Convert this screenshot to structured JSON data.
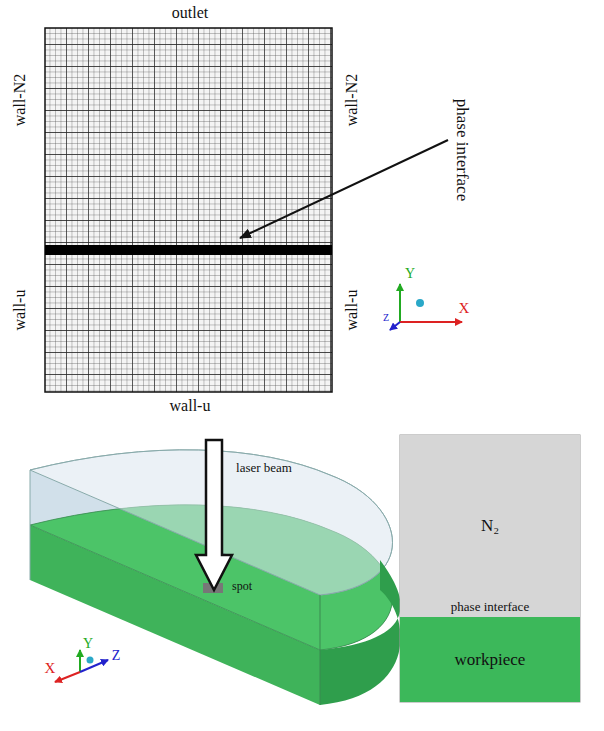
{
  "diagram": {
    "nodes": [
      {
        "text": [
          "N₂"
        ]
      },
      {
        "text": [
          "workpiece"
        ]
      }
    ],
    "labels": [
      "outlet",
      "wall-N2",
      "wall-N2",
      "phase interface",
      "wall-u",
      "wall-u",
      "wall-u",
      "Y",
      "Z",
      "X",
      "laser beam",
      "spot",
      "X",
      "Y",
      "Z",
      "phase interface"
    ]
  }
}
